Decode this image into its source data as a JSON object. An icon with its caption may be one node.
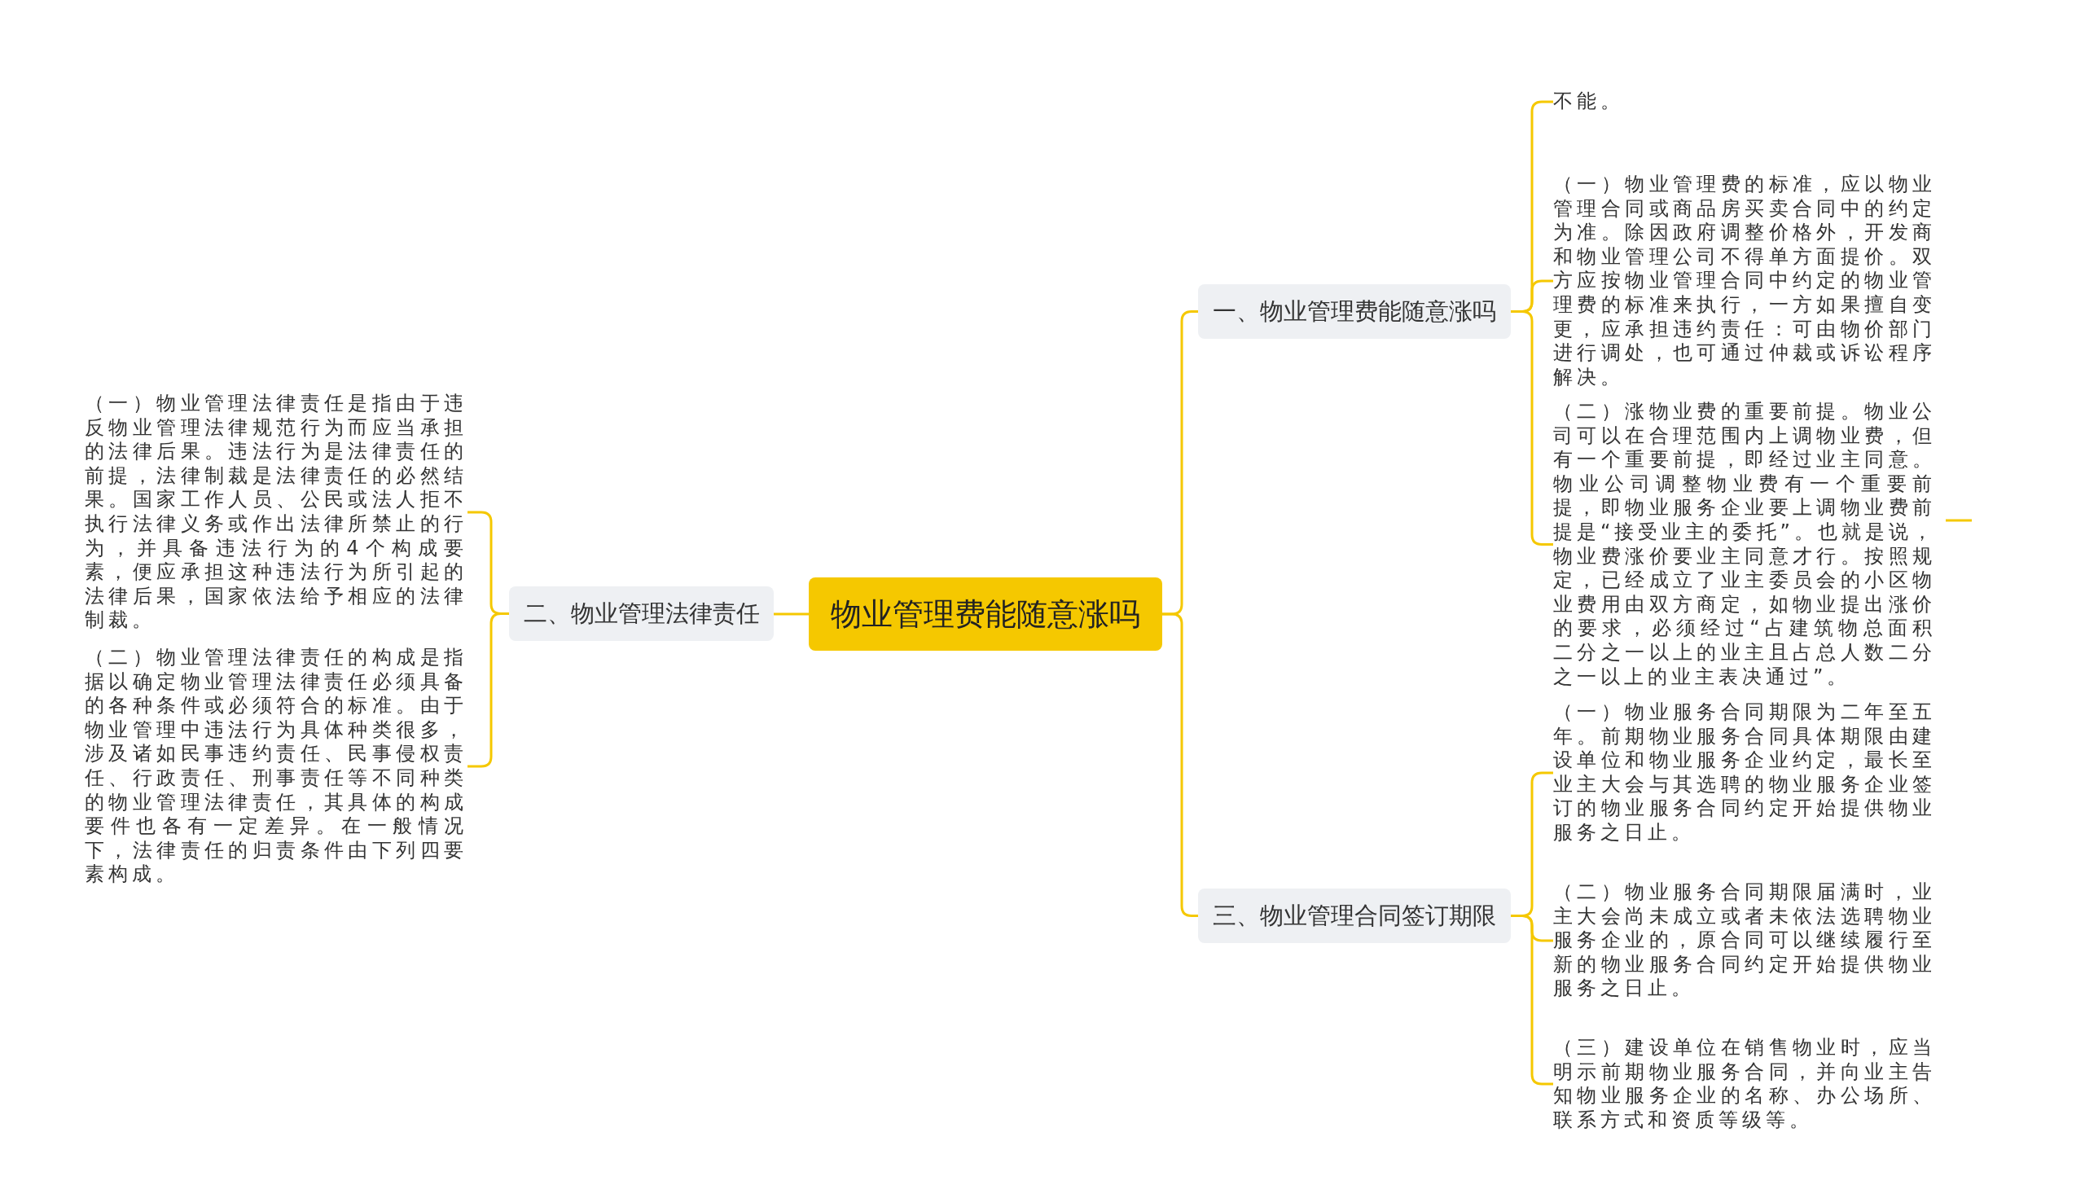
{
  "diagram": {
    "nodes": [
      {
        "text": [
          "物业管理费能随意涨吗"
        ]
      },
      {
        "text": [
          "一、物业管理费能随意涨吗"
        ]
      },
      {
        "text": [
          "不能。"
        ]
      },
      {
        "text": [
          "（一）物业管理费的标准，应以物业管理合同或商品房买卖合同中的约定为准。除因政府调整价格外，开发商和物业管理公司不得单方面提价。双方应按物业管理合同中约定的物业管理费的标准来执行，一方如果擅自变更，应承担违约责任：可由物价部门进行调处，也可通过仲裁或诉讼程序解决。"
        ]
      },
      {
        "text": [
          "（二）涨物业费的重要前提。物业公司可以在合理范围内上调物业费，但有一个重要前提，即经过业主同意。物业公司调整物业费有一个重要前提，即物业服务企业要上调物业费前提是“接受业主的委托”。也就是说，物业费涨价要业主同意才行。按照规定，已经成立了业主委员会的小区物业费用由双方商定，如物业提出涨价的要求，必须经过“占建筑物总面积二分之一以上的业主且占总人数二分之一以上的业主表决通过”。"
        ]
      },
      {
        "text": [
          "二、物业管理法律责任"
        ]
      },
      {
        "text": [
          "（一）物业管理法律责任是指由于违反物业管理法律规范行为而应当承担的法律后果。违法行为是法律责任的前提，法律制裁是法律责任的必然结果。国家工作人员、公民或法人拒不执行法律义务或作出法律所禁止的行为，并具备违法行为的4个构成要素，便应承担这种违法行为所引起的法律后果，国家依法给予相应的法律制裁。"
        ]
      },
      {
        "text": [
          "（二）物业管理法律责任的构成是指据以确定物业管理法律责任必须具备的各种条件或必须符合的标准。由于物业管理中违法行为具体种类很多，涉及诸如民事违约责任、民事侵权责任、行政责任、刑事责任等不同种类的物业管理法律责任，其具体的构成要件也各有一定差异。在一般情况下，法律责任的归责条件由下列四要素构成。"
        ]
      },
      {
        "text": [
          "三、物业管理合同签订期限"
        ]
      },
      {
        "text": [
          "（一）物业服务合同期限为二年至五年。前期物业服务合同具体期限由建设单位和物业服务企业约定，最长至业主大会与其选聘的物业服务企业签订的物业服务合同约定开始提供物业服务之日止。"
        ]
      },
      {
        "text": [
          "（二）物业服务合同期限届满时，业主大会尚未成立或者未依法选聘物业服务企业的，原合同可以继续履行至新的物业服务合同约定开始提供物业服务之日止。"
        ]
      },
      {
        "text": [
          "（三）建设单位在销售物业时，应当明示前期物业服务合同，并向业主告知物业服务企业的名称、办公场所、联系方式和资质等级等。"
        ]
      }
    ],
    "edges": [
      {
        "from": 0,
        "to": 1,
        "arrow": "none"
      },
      {
        "from": 0,
        "to": 5,
        "arrow": "none"
      },
      {
        "from": 0,
        "to": 8,
        "arrow": "none"
      },
      {
        "from": 1,
        "to": 2,
        "arrow": "none"
      },
      {
        "from": 1,
        "to": 3,
        "arrow": "none"
      },
      {
        "from": 1,
        "to": 4,
        "arrow": "none"
      },
      {
        "from": 5,
        "to": 6,
        "arrow": "none"
      },
      {
        "from": 5,
        "to": 7,
        "arrow": "none"
      },
      {
        "from": 8,
        "to": 9,
        "arrow": "none"
      },
      {
        "from": 8,
        "to": 10,
        "arrow": "none"
      },
      {
        "from": 8,
        "to": 11,
        "arrow": "none"
      }
    ]
  }
}
